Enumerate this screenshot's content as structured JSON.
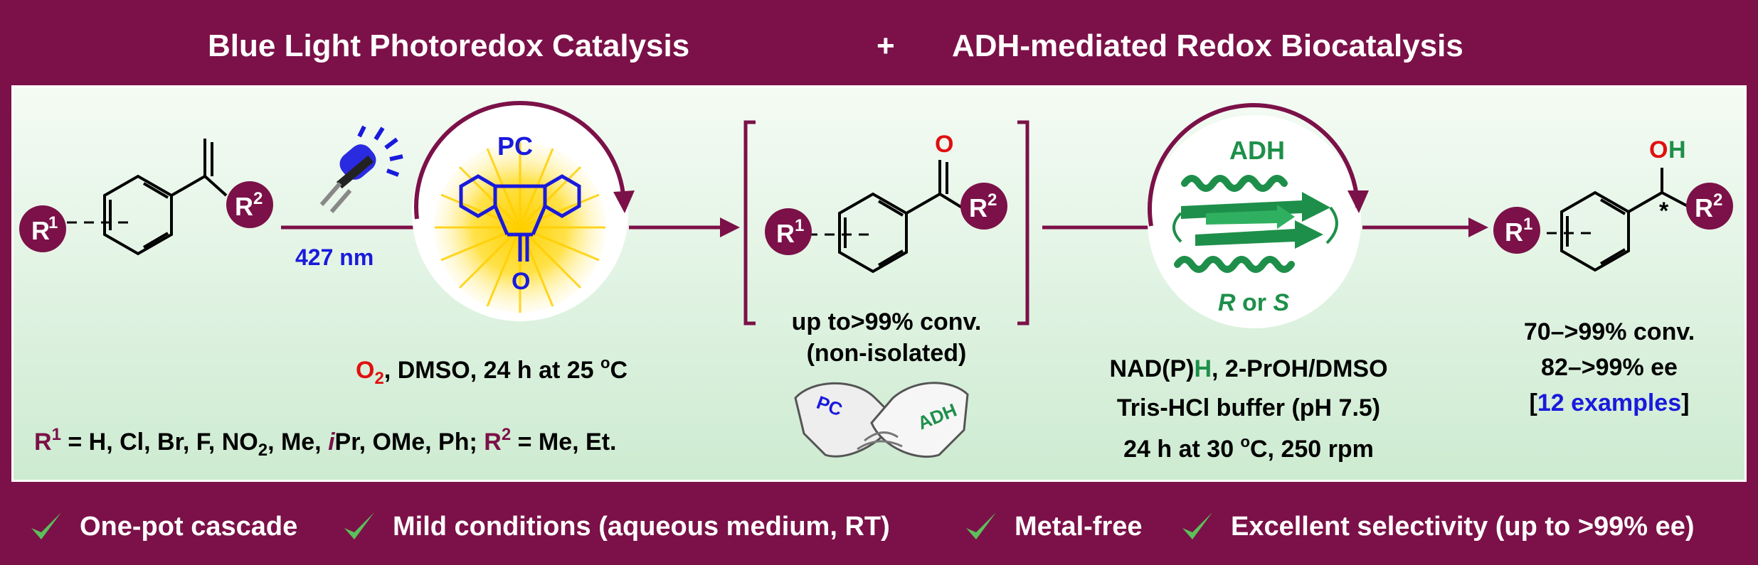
{
  "header": {
    "left": "Blue Light  Photoredox Catalysis",
    "plus": "+",
    "right": "ADH-mediated Redox Biocatalysis"
  },
  "reactant": {
    "r1": "R",
    "r1_sup": "1",
    "r2": "R",
    "r2_sup": "2"
  },
  "step1": {
    "light_label": "427 nm",
    "catalyst_label": "PC",
    "carbonyl_o": "O",
    "conditions_prefix": "O",
    "conditions_sub": "2",
    "conditions_rest": ", DMSO, 24 h at 25 ",
    "conditions_deg": "o",
    "conditions_unit": "C"
  },
  "intermediate": {
    "o_label": "O",
    "r1": "R",
    "r1_sup": "1",
    "r2": "R",
    "r2_sup": "2",
    "conv": "up to>99% conv.",
    "note": "(non-isolated)",
    "hand_left": "PC",
    "hand_right": "ADH"
  },
  "step2": {
    "enzyme_label": "ADH",
    "stereo_r": "R",
    "stereo_or": " or ",
    "stereo_s": "S",
    "cond1_a": "NAD(P)",
    "cond1_h": "H",
    "cond1_b": ", 2-PrOH/DMSO",
    "cond2": "Tris-HCl buffer (pH 7.5)",
    "cond3_a": "24 h at 30 ",
    "cond3_deg": "o",
    "cond3_b": "C, 250 rpm"
  },
  "product": {
    "o": "O",
    "h": "H",
    "star": "*",
    "r1": "R",
    "r1_sup": "1",
    "r2": "R",
    "r2_sup": "2",
    "conv": "70–>99% conv.",
    "ee": "82–>99% ee",
    "examples_open": "[",
    "examples": "12 examples",
    "examples_close": "]"
  },
  "substituents": {
    "r1": "R",
    "r1_sup": "1",
    "r1_list_a": " = H, Cl, Br, F, NO",
    "r1_list_sub": "2",
    "r1_list_b": ", Me, ",
    "r1_list_ipr_i": "i",
    "r1_list_c": "Pr, OMe, Ph; ",
    "r2": "R",
    "r2_sup": "2",
    "r2_list": " = Me, Et."
  },
  "footer": {
    "items": [
      "One-pot cascade",
      "Mild conditions (aqueous medium, RT)",
      "Metal-free",
      "Excellent selectivity (up to >99% ee)"
    ]
  },
  "colors": {
    "maroon": "#7b1148",
    "blue": "#1a1adc",
    "green": "#1e8f4a",
    "red": "#e01010",
    "check": "#5cc05a",
    "panel": "#daf0dc"
  },
  "icons": [
    "led-icon",
    "check-icon",
    "handshake-icon",
    "protein-icon",
    "sun-glow-icon"
  ]
}
